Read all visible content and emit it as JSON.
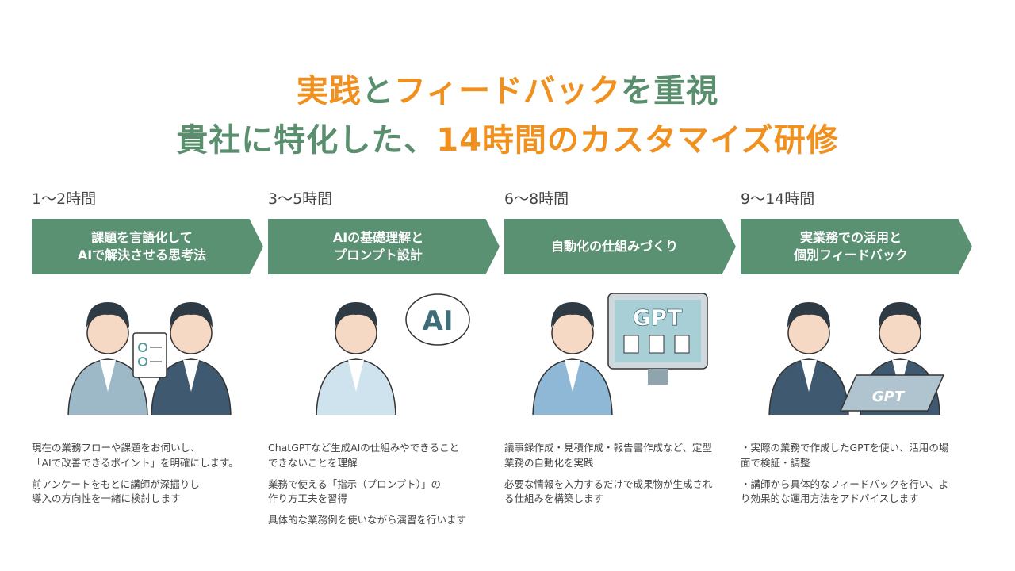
{
  "headline": {
    "line1": [
      {
        "t": "実践",
        "c": "or"
      },
      {
        "t": "と",
        "c": "gr"
      },
      {
        "t": "フィードバック",
        "c": "or"
      },
      {
        "t": "を重視",
        "c": "gr"
      }
    ],
    "line2": [
      {
        "t": "貴社に特化した、",
        "c": "gr"
      },
      {
        "t": "14時間のカスタマイズ研修",
        "c": "or"
      }
    ]
  },
  "colors": {
    "orange": "#f0901e",
    "green": "#5a8f6e",
    "banner": "#5b9173"
  },
  "steps": [
    {
      "hours": "1〜2時間",
      "title": "課題を言語化して\nAIで解決させる思考法",
      "illustration": "clipboard-consultation",
      "desc": [
        "現在の業務フローや課題をお伺いし、\n「AIで改善できるポイント」を明確にします。",
        "前アンケートをもとに講師が深掘りし\n導入の方向性を一緒に検討します"
      ]
    },
    {
      "hours": "3〜5時間",
      "title": "AIの基礎理解と\nプロンプト設計",
      "illustration": "ai-speech",
      "bubble": "AI",
      "desc": [
        "ChatGPTなど生成AIの仕組みやできること\nできないことを理解",
        "業務で使える「指示（プロンプト）」の\n作り方工夫を習得",
        "具体的な業務例を使いながら演習を行います"
      ]
    },
    {
      "hours": "6〜8時間",
      "title": "自動化の仕組みづくり",
      "illustration": "gpt-monitor",
      "screen": "GPT",
      "desc": [
        "議事録作成・見積作成・報告書作成など、定型\n業務の自動化を実践",
        "必要な情報を入力するだけで成果物が生成され\nる仕組みを構築します"
      ]
    },
    {
      "hours": "9〜14時間",
      "title": "実業務での活用と\n個別フィードバック",
      "illustration": "gpt-laptop",
      "screen": "GPT",
      "desc": [
        "・実際の業務で作成したGPTを使い、活用の場\n面で検証・調整",
        "・講師から具体的なフィードバックを行い、よ\nり効果的な運用方法をアドバイスします"
      ]
    }
  ]
}
